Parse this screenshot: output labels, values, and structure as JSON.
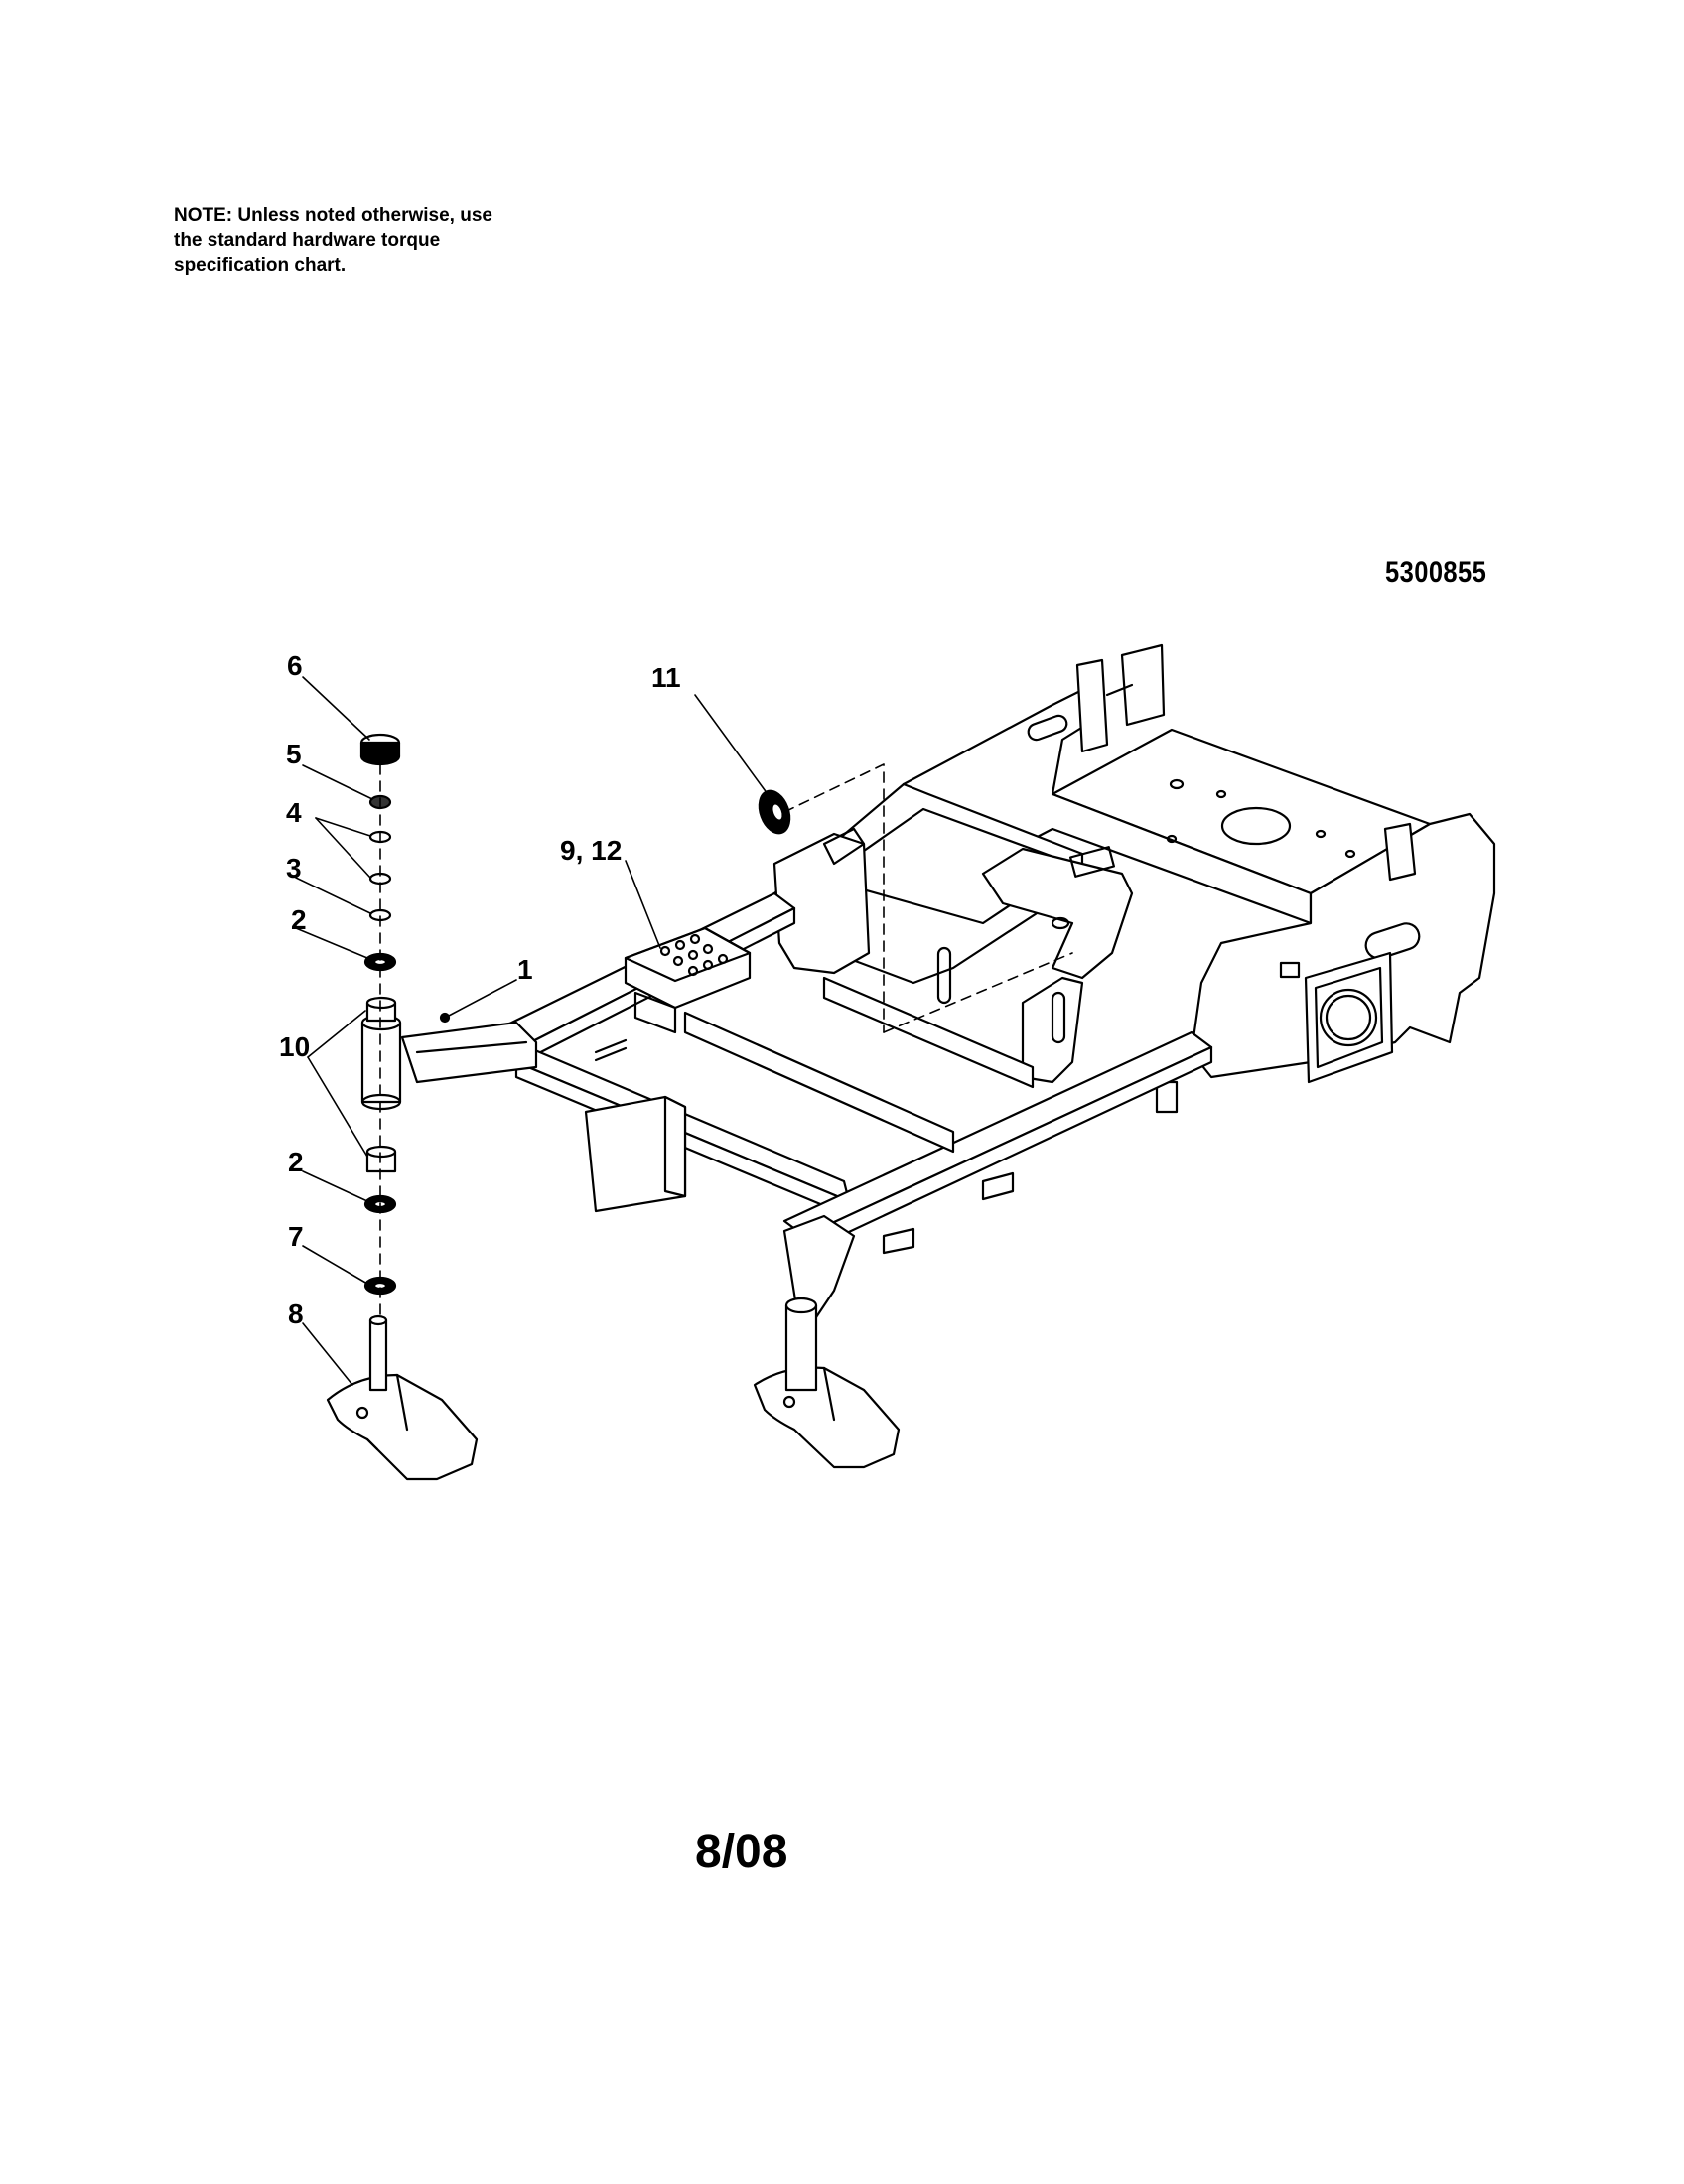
{
  "note": {
    "lines": [
      "NOTE: Unless noted otherwise, use",
      "the standard hardware torque",
      "specification chart."
    ]
  },
  "drawing_number": "5300855",
  "date_code": "8/08",
  "callouts": [
    "1",
    "2",
    "3",
    "4",
    "5",
    "6",
    "7",
    "8",
    "9, 12",
    "10",
    "11",
    "2"
  ]
}
